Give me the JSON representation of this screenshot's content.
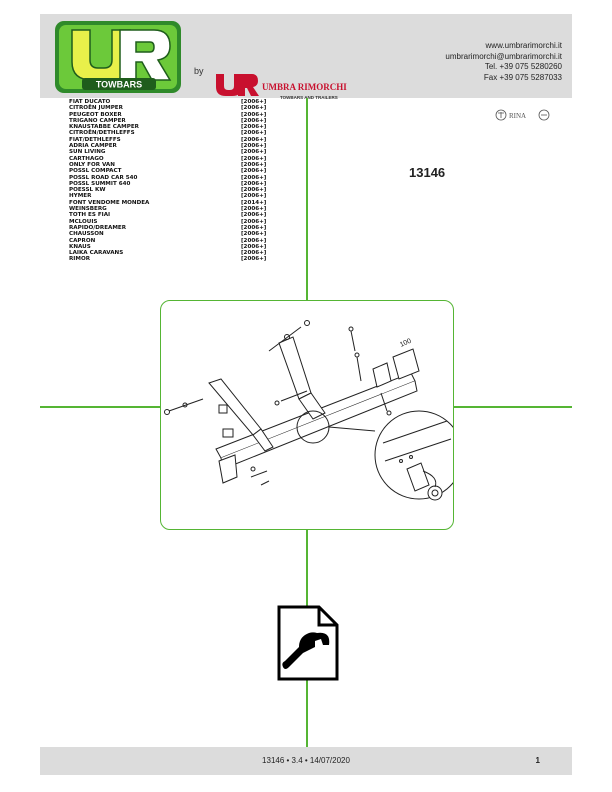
{
  "header": {
    "logo_text": "TOWBARS",
    "by_label": "by",
    "brand_name": "UMBRA RIMORCHI",
    "brand_tagline": "TOWBARS AND TRAILERS",
    "contact": {
      "website": "www.umbrarimorchi.it",
      "email": "umbrarimorchi@umbrarimorchi.it",
      "tel": "Tel. +39 075 5280260",
      "fax": "Fax +39 075 5287033"
    }
  },
  "models": [
    {
      "name": "FIAT DUCATO",
      "year": "[2006+]"
    },
    {
      "name": "CITROËN JUMPER",
      "year": "[2006+]"
    },
    {
      "name": "PEUGEOT BOXER",
      "year": "[2006+]"
    },
    {
      "name": "TRIGANO CAMPER",
      "year": "[2006+]"
    },
    {
      "name": "KNAUSTABBE CAMPER",
      "year": "[2006+]"
    },
    {
      "name": "CITROËN/DETHLEFFS",
      "year": "[2006+]"
    },
    {
      "name": "FIAT/DETHLEFFS",
      "year": "[2006+]"
    },
    {
      "name": "ADRIA CAMPER",
      "year": "[2006+]"
    },
    {
      "name": "SUN LIVING",
      "year": "[2006+]"
    },
    {
      "name": "CARTHAGO",
      "year": "[2006+]"
    },
    {
      "name": "ONLY FOR VAN",
      "year": "[2006+]"
    },
    {
      "name": "POSSL COMPACT",
      "year": "[2006+]"
    },
    {
      "name": "POSSL ROAD CAR 540",
      "year": "[2006+]"
    },
    {
      "name": "POSSL SUMMIT 640",
      "year": "[2006+]"
    },
    {
      "name": "POESSL KW",
      "year": "[2006+]"
    },
    {
      "name": "HYMER",
      "year": "[2006+]"
    },
    {
      "name": "FONT VENDOME MONDEA",
      "year": "[2014+]"
    },
    {
      "name": "WEINSBERG",
      "year": "[2006+]"
    },
    {
      "name": "TOTH ES FIAI",
      "year": "[2006+]"
    },
    {
      "name": "MCLOUIS",
      "year": "[2006+]"
    },
    {
      "name": "RAPIDO/DREAMER",
      "year": "[2006+]"
    },
    {
      "name": "CHAUSSON",
      "year": "[2006+]"
    },
    {
      "name": "CAPRON",
      "year": "[2006+]"
    },
    {
      "name": "KNAUS",
      "year": "[2006+]"
    },
    {
      "name": "LAIKA CARAVANS",
      "year": "[2006+]"
    },
    {
      "name": "RIMOR",
      "year": "[2006+]"
    }
  ],
  "product_code": "13146",
  "certification": "RINA",
  "drawing_dimension": "100",
  "footer": {
    "text": "13146 • 3.4 • 14/07/2020",
    "page": "1"
  },
  "colors": {
    "accent_green": "#55b534",
    "brand_red": "#c8102e",
    "panel_gray": "#dcdcdc"
  },
  "icons": {
    "manual": "document-wrench-icon",
    "certification": "rina-certification-icon"
  }
}
